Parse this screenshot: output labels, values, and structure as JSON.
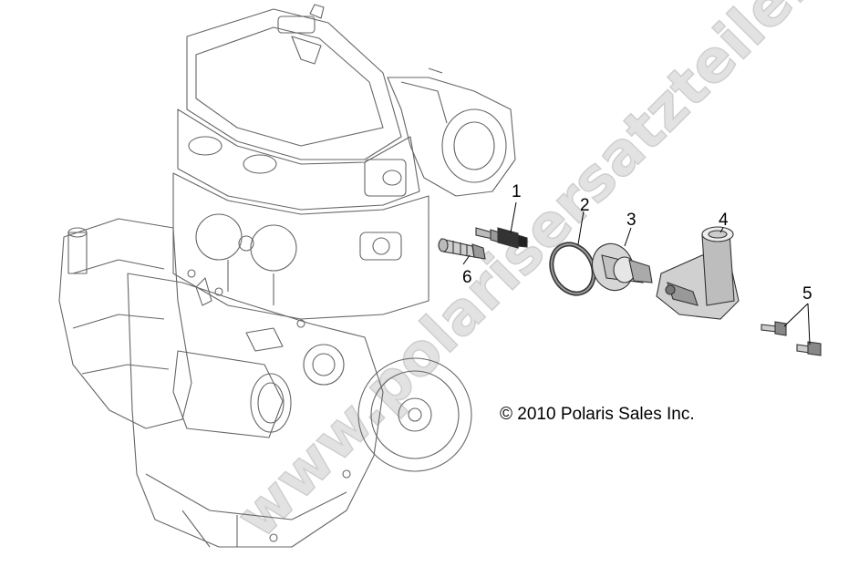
{
  "diagram": {
    "copyright": "© 2010 Polaris Sales Inc.",
    "watermark": "www.polarisersatzteile.de",
    "callouts": [
      {
        "id": "callout-1",
        "label": "1"
      },
      {
        "id": "callout-2",
        "label": "2"
      },
      {
        "id": "callout-3",
        "label": "3"
      },
      {
        "id": "callout-4",
        "label": "4"
      },
      {
        "id": "callout-5",
        "label": "5"
      },
      {
        "id": "callout-6",
        "label": "6"
      }
    ],
    "colors": {
      "line": "#555555",
      "part_fill": "#d8d8d8",
      "dark_part": "#333333",
      "watermark": "#dcdcdc"
    }
  }
}
